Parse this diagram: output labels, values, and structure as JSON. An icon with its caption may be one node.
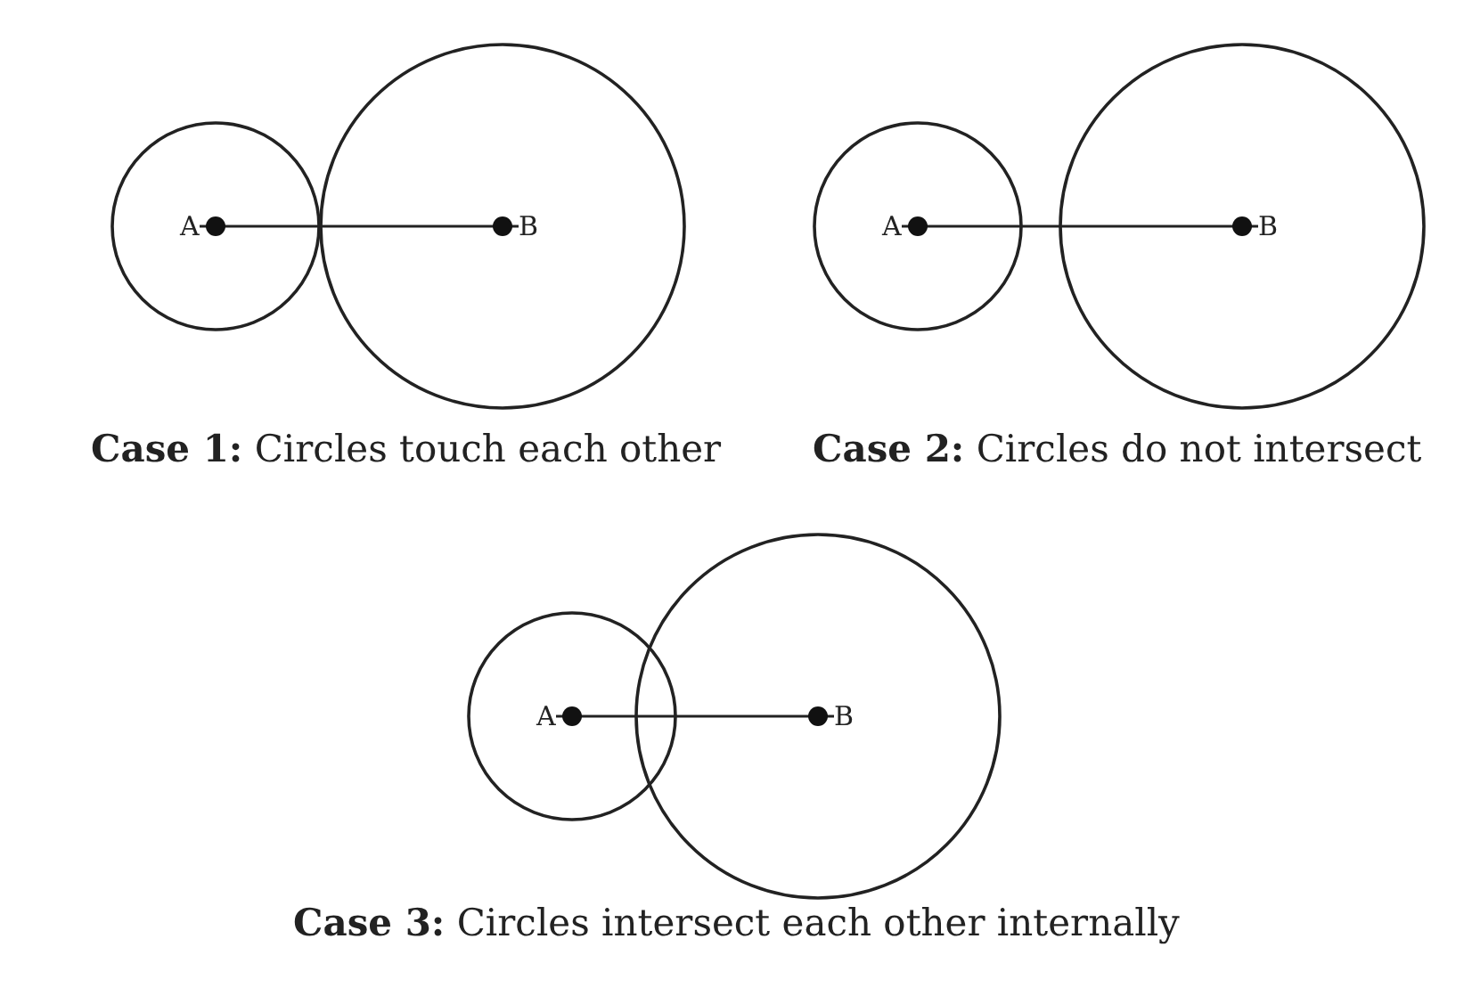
{
  "diagram": {
    "nodes": [
      {
        "text": [
          "A"
        ]
      },
      {
        "text": [
          "B"
        ]
      },
      {
        "text": [
          "A"
        ]
      },
      {
        "text": [
          "B"
        ]
      },
      {
        "text": [
          "A"
        ]
      },
      {
        "text": [
          "B"
        ]
      }
    ],
    "edges": [
      {
        "from": 0,
        "to": 1,
        "arrow": "none"
      },
      {
        "from": 2,
        "to": 3,
        "arrow": "none"
      },
      {
        "from": 4,
        "to": 5,
        "arrow": "none"
      }
    ],
    "labels": [
      "**Case 1:** Circles touch each other",
      "**Case 2:** Circles do not intersect",
      "**Case 3:** Circles intersect each other internally"
    ]
  }
}
